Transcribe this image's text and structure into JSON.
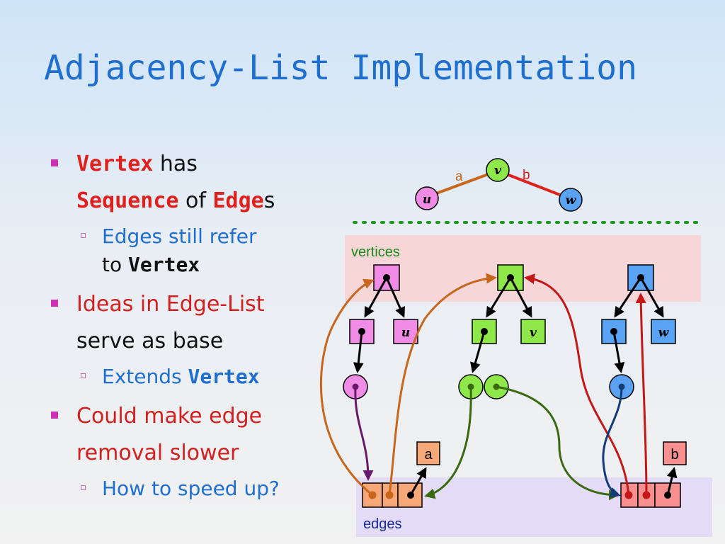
{
  "title": "Adjacency-List Implementation",
  "bullets": {
    "b1": {
      "t1": "Vertex",
      "t2": " has",
      "t3": "Sequence",
      "t4": " of ",
      "t5": "Edge",
      "t6": "s"
    },
    "b1_sub": {
      "t1": "Edges still refer",
      "t2": "to ",
      "t3": "Vertex"
    },
    "b2": {
      "t1": "Ideas in Edge-List",
      "t2": "serve as base"
    },
    "b2_sub": {
      "t1": "Extends ",
      "t2": "Vertex"
    },
    "b3": {
      "t1": "Could make edge",
      "t2": "removal slower"
    },
    "b3_sub": {
      "t1": "How to speed up?"
    }
  },
  "graph": {
    "vertices": {
      "u": "u",
      "v": "v",
      "w": "w"
    },
    "edges": {
      "a": "a",
      "b": "b"
    }
  },
  "structure": {
    "vertices_label": "vertices",
    "edges_label": "edges",
    "vertex_labels": {
      "u": "u",
      "v": "v",
      "w": "w"
    },
    "edge_labels": {
      "a": "a",
      "b": "b"
    }
  },
  "colors": {
    "title": "#1f6fd0",
    "u": "#f08ce6",
    "v": "#8ee84a",
    "w": "#5aa2f4",
    "edge_a": "#c8661c",
    "edge_b": "#e0201c",
    "vertices_band": "#f7d6d8",
    "edges_band": "#e4dcf6"
  }
}
